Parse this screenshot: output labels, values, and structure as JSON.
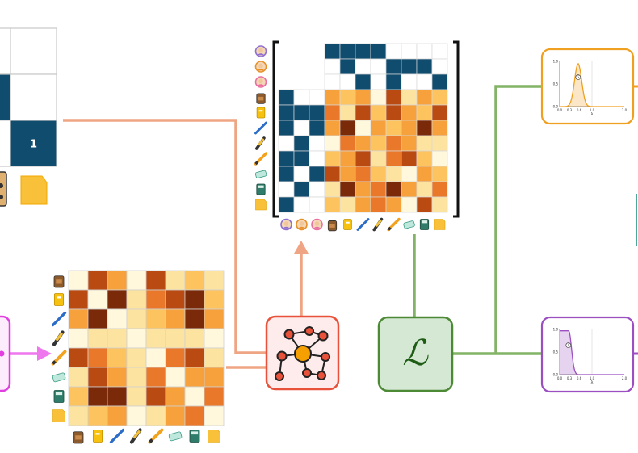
{
  "topleft_matrix": {
    "cells": [
      [
        0,
        0
      ],
      [
        1,
        0
      ],
      [
        0,
        1
      ]
    ],
    "label_text": "1",
    "color_on": "#0f4c6e",
    "color_off": "#ffffff"
  },
  "item_icons": [
    "backpack",
    "notebook",
    "blue-pen",
    "marker",
    "pencil",
    "eraser",
    "calculator",
    "sticky-note"
  ],
  "user_icons": [
    "user-purple",
    "user-orange",
    "user-pink"
  ],
  "heat_palette": [
    "#fff8dc",
    "#fde3a0",
    "#fcc35e",
    "#f7a13c",
    "#e9782a",
    "#b84a12",
    "#7a2a08"
  ],
  "item_similarity_matrix": [
    [
      0,
      5,
      3,
      0,
      5,
      1,
      2,
      1
    ],
    [
      5,
      0,
      6,
      1,
      4,
      5,
      6,
      2
    ],
    [
      3,
      6,
      0,
      1,
      2,
      3,
      6,
      3
    ],
    [
      0,
      1,
      1,
      0,
      1,
      1,
      1,
      0
    ],
    [
      5,
      4,
      2,
      1,
      0,
      4,
      5,
      1
    ],
    [
      1,
      5,
      3,
      1,
      4,
      0,
      3,
      3
    ],
    [
      2,
      6,
      6,
      1,
      5,
      3,
      0,
      4
    ],
    [
      1,
      2,
      3,
      0,
      1,
      3,
      4,
      0
    ]
  ],
  "block_matrix": {
    "user_item": [
      [
        1,
        1,
        1,
        1,
        0,
        0,
        0,
        0
      ],
      [
        0,
        1,
        0,
        0,
        1,
        1,
        1,
        0
      ],
      [
        0,
        0,
        1,
        0,
        1,
        0,
        0,
        1
      ]
    ],
    "item_user": [
      [
        1,
        0,
        0
      ],
      [
        1,
        1,
        1
      ],
      [
        1,
        0,
        1
      ],
      [
        0,
        1,
        0
      ],
      [
        1,
        1,
        0
      ],
      [
        1,
        0,
        1
      ],
      [
        0,
        1,
        0
      ],
      [
        1,
        0,
        0
      ]
    ],
    "item_item": [
      [
        3,
        2,
        3,
        0,
        5,
        1,
        3,
        2
      ],
      [
        4,
        1,
        5,
        2,
        5,
        3,
        2,
        5
      ],
      [
        3,
        6,
        0,
        3,
        2,
        3,
        6,
        3
      ],
      [
        0,
        4,
        3,
        2,
        4,
        3,
        1,
        1
      ],
      [
        2,
        3,
        5,
        1,
        4,
        5,
        2,
        0
      ],
      [
        5,
        3,
        4,
        2,
        1,
        0,
        3,
        2
      ],
      [
        1,
        6,
        3,
        4,
        6,
        3,
        1,
        4
      ],
      [
        2,
        1,
        3,
        4,
        3,
        0,
        5,
        1
      ]
    ]
  },
  "nodes": {
    "graph_node_icon": "graph-network-icon",
    "loss_node_glyph": "ℒ"
  },
  "plot_top": {
    "yticks": [
      "1.0",
      "0.5",
      "0.0"
    ],
    "xticks": [
      "0.0",
      "0.3",
      "0.6",
      "1.0",
      "2.0"
    ],
    "xlabel": "λ",
    "marker": "G",
    "color": "#f0a020"
  },
  "plot_bottom": {
    "yticks": [
      "1.0",
      "0.5",
      "0.0"
    ],
    "xticks": [
      "0.0",
      "0.3",
      "0.6",
      "1.0",
      "2.0"
    ],
    "xlabel": "λ",
    "marker": "L",
    "color": "#9b4fc0"
  },
  "colors": {
    "salmon_connector": "#efa584",
    "green_connector": "#82b366",
    "pink_arrow": "#ee77ee",
    "graph_node_border": "#e8513a",
    "graph_node_fill": "#fdeceb",
    "loss_node_border": "#4c8a35",
    "loss_node_fill": "#d5e8d4",
    "loss_glyph": "#1f5c16",
    "orange_box": "#f0a020",
    "purple_box": "#9b4fc0",
    "magenta_box": "#e040e0",
    "teal_edge": "#4aa89a"
  }
}
